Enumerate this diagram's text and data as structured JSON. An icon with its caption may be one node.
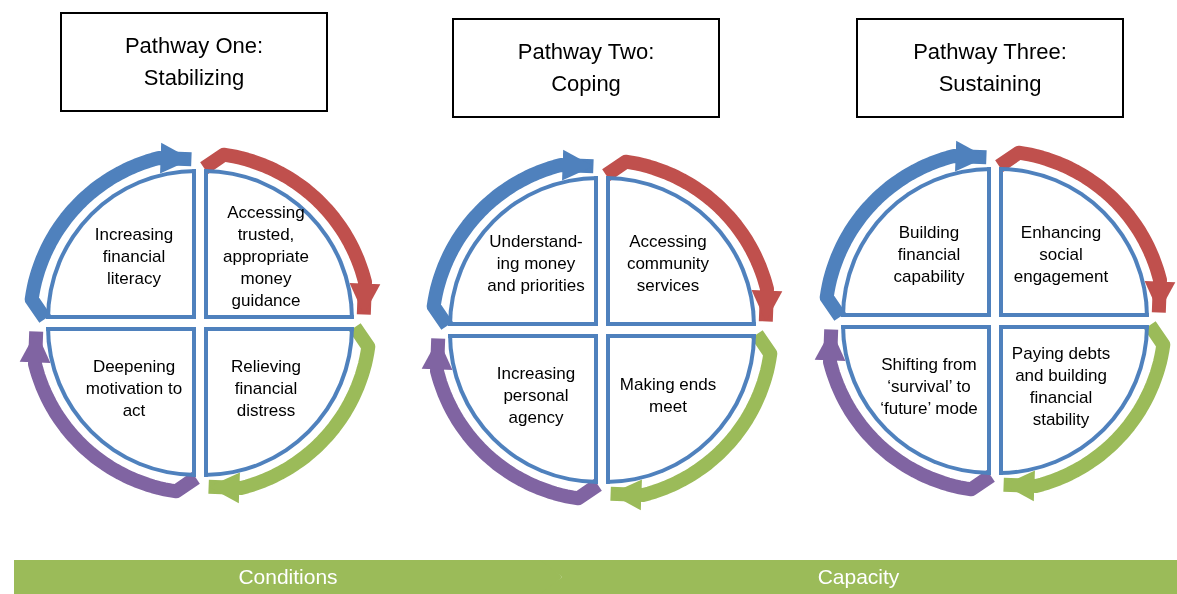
{
  "diagram": {
    "nodes": [
      {
        "text": [
          "Pathway One: Stabilizing"
        ]
      },
      {
        "text": [
          "Pathway Two: Coping"
        ]
      },
      {
        "text": [
          "Pathway Three: Sustaining"
        ]
      },
      {
        "text": [
          "Increasing financial literacy"
        ]
      },
      {
        "text": [
          "Accessing trusted, appropriate money guidance"
        ]
      },
      {
        "text": [
          "Deepening motivation to act"
        ]
      },
      {
        "text": [
          "Relieving financial distress"
        ]
      },
      {
        "text": [
          "Understand-ing money and priorities"
        ]
      },
      {
        "text": [
          "Accessing community services"
        ]
      },
      {
        "text": [
          "Increasing personal agency"
        ]
      },
      {
        "text": [
          "Making ends meet"
        ]
      },
      {
        "text": [
          "Building financial capability"
        ]
      },
      {
        "text": [
          "Enhancing social engagement"
        ]
      },
      {
        "text": [
          "Shifting from ‘survival’ to ‘future’ mode"
        ]
      },
      {
        "text": [
          "Paying debts and building financial stability"
        ]
      },
      {
        "text": [
          "Conditions"
        ]
      },
      {
        "text": [
          "Capacity"
        ]
      }
    ],
    "edges": [
      {
        "from": 3,
        "to": 4,
        "arrow": "to",
        "color": "#4f81bd"
      },
      {
        "from": 4,
        "to": 6,
        "arrow": "to",
        "color": "#c0504d"
      },
      {
        "from": 6,
        "to": 5,
        "arrow": "to",
        "color": "#9bbb59"
      },
      {
        "from": 5,
        "to": 3,
        "arrow": "to",
        "color": "#8064a2"
      },
      {
        "from": 7,
        "to": 8,
        "arrow": "to",
        "color": "#4f81bd"
      },
      {
        "from": 8,
        "to": 10,
        "arrow": "to",
        "color": "#c0504d"
      },
      {
        "from": 10,
        "to": 9,
        "arrow": "to",
        "color": "#9bbb59"
      },
      {
        "from": 9,
        "to": 7,
        "arrow": "to",
        "color": "#8064a2"
      },
      {
        "from": 11,
        "to": 12,
        "arrow": "to",
        "color": "#4f81bd"
      },
      {
        "from": 12,
        "to": 14,
        "arrow": "to",
        "color": "#c0504d"
      },
      {
        "from": 14,
        "to": 13,
        "arrow": "to",
        "color": "#9bbb59"
      },
      {
        "from": 13,
        "to": 11,
        "arrow": "to",
        "color": "#8064a2"
      }
    ]
  }
}
